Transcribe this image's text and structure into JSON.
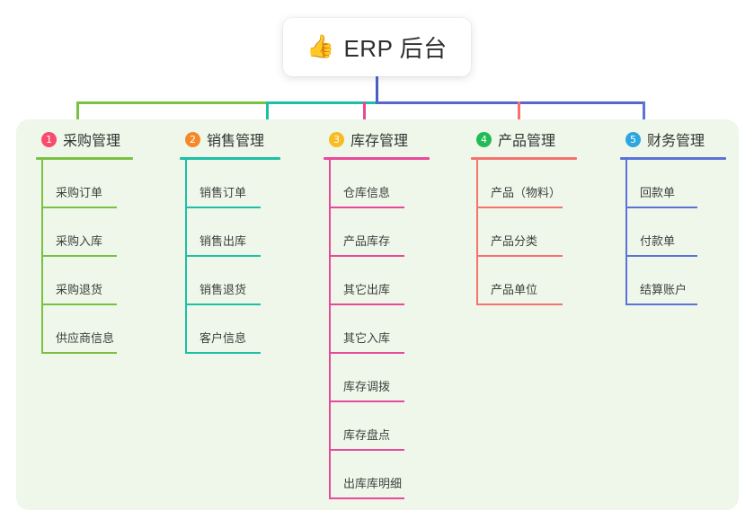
{
  "diagram": {
    "type": "mind-map",
    "root": {
      "icon": "thumbs-up-icon",
      "icon_glyph": "👍",
      "label": "ERP 后台"
    },
    "panel_color": "#eef7e9",
    "columns": [
      {
        "number": "1",
        "title": "采购管理",
        "badge_color": "#f94b6e",
        "line_color": "#7ac143",
        "items": [
          "采购订单",
          "采购入库",
          "采购退货",
          "供应商信息"
        ]
      },
      {
        "number": "2",
        "title": "销售管理",
        "badge_color": "#f5892a",
        "line_color": "#1dbfa6",
        "items": [
          "销售订单",
          "销售出库",
          "销售退货",
          "客户信息"
        ]
      },
      {
        "number": "3",
        "title": "库存管理",
        "badge_color": "#f7bb24",
        "line_color": "#e8499a",
        "items": [
          "仓库信息",
          "产品库存",
          "其它出库",
          "其它入库",
          "库存调拨",
          "库存盘点",
          "出库库明细"
        ]
      },
      {
        "number": "4",
        "title": "产品管理",
        "badge_color": "#22bb55",
        "line_color": "#f6726e",
        "items": [
          "产品（物料）",
          "产品分类",
          "产品单位"
        ]
      },
      {
        "number": "5",
        "title": "财务管理",
        "badge_color": "#2ea7e0",
        "line_color": "#5b73d6",
        "items": [
          "回款单",
          "付款单",
          "结算账户"
        ]
      }
    ],
    "connectors": {
      "stem_color": "#4b5cc4",
      "bar_segment_1_color": "#7ac143",
      "bar_segment_2_color": "#1dbfa6",
      "bar_segment_3_color": "#5b63cc"
    }
  }
}
